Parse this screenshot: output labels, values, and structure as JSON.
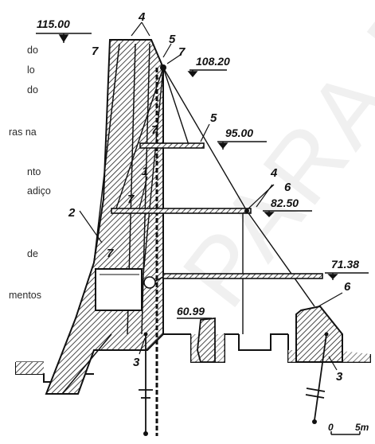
{
  "watermark": "PARA RE",
  "left_text_fragments": [
    "do",
    "lo",
    "do",
    "ras na",
    "nto",
    "adiço",
    "de",
    "mentos"
  ],
  "elevations": [
    "115.00",
    "108.20",
    "95.00",
    "82.50",
    "71.38",
    "60.99"
  ],
  "callouts": [
    "4",
    "5",
    "7",
    "7",
    "7",
    "5",
    "1",
    "4",
    "6",
    "7",
    "2",
    "7",
    "6",
    "3",
    "3"
  ],
  "scale_bar": {
    "start": "0",
    "end": "5m"
  },
  "colors": {
    "line": "#111111",
    "hatch": "#1a1a1a",
    "watermark": "#cfcfcf"
  }
}
